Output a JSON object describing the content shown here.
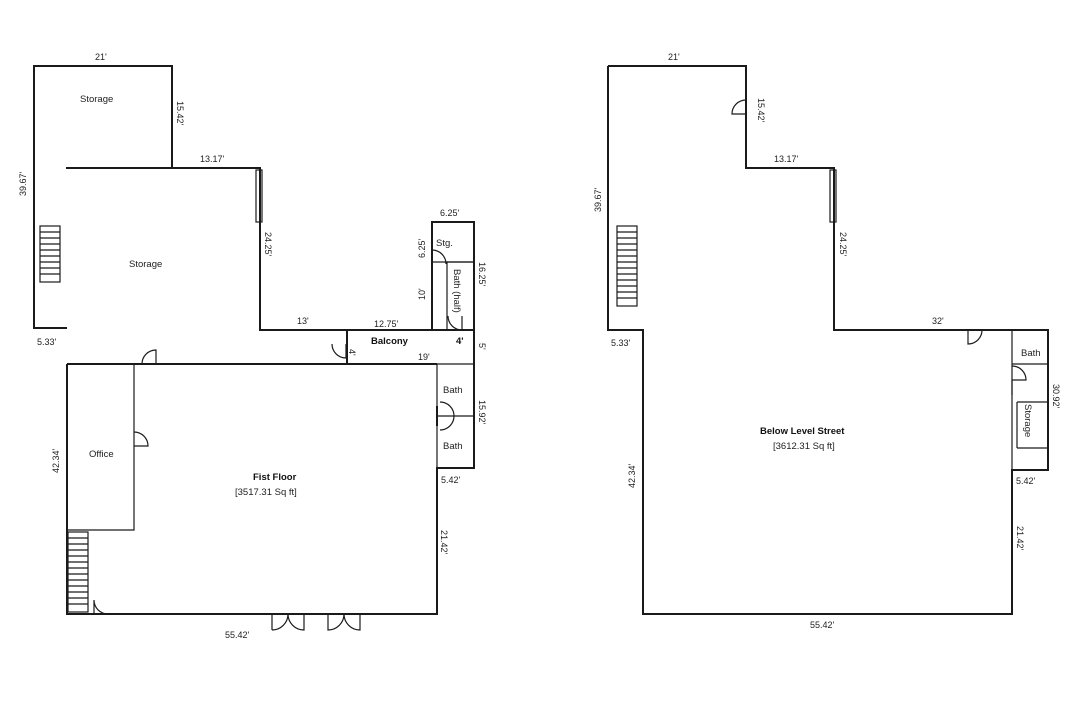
{
  "plans": {
    "first": {
      "name": "Fist Floor",
      "area": "[3517.31 Sq ft]",
      "rooms": {
        "storage_top": "Storage",
        "storage_mid": "Storage",
        "office": "Office",
        "balcony": "Balcony",
        "stg": "Stg.",
        "bath_half": "Bath (half)",
        "bath_upper": "Bath",
        "bath_lower": "Bath"
      },
      "dims": {
        "top": "21'",
        "storage_right": "15.42'",
        "notch_top": "13.17'",
        "notch_right": "24.25'",
        "left": "39.67'",
        "step_left": "5.33'",
        "lower_left": "42.34'",
        "bottom": "55.42'",
        "bottom_right": "21.42'",
        "right_lower": "5.42'",
        "bath_right": "15.92'",
        "stg_top": "6.25'",
        "stg_left": "6.25'",
        "mid_left": "10'",
        "mid_right": "16.25'",
        "balcony_right": "5'",
        "balcony_inner": "4'",
        "balcony_top": "12.75'",
        "balcony_bottom": "19'",
        "corridor": "13'",
        "door_small": "4'"
      }
    },
    "lower": {
      "name": "Below Level Street",
      "area": "[3612.31 Sq ft]",
      "rooms": {
        "bath": "Bath",
        "storage": "Storage"
      },
      "dims": {
        "top": "21'",
        "storage_right": "15.42'",
        "notch_top": "13.17'",
        "notch_right": "24.25'",
        "left": "39.67'",
        "step_left": "5.33'",
        "lower_left": "42.34'",
        "bottom": "55.42'",
        "bottom_right": "21.42'",
        "right_lower": "5.42'",
        "right_upper": "30.92'",
        "middle": "32'"
      }
    }
  }
}
